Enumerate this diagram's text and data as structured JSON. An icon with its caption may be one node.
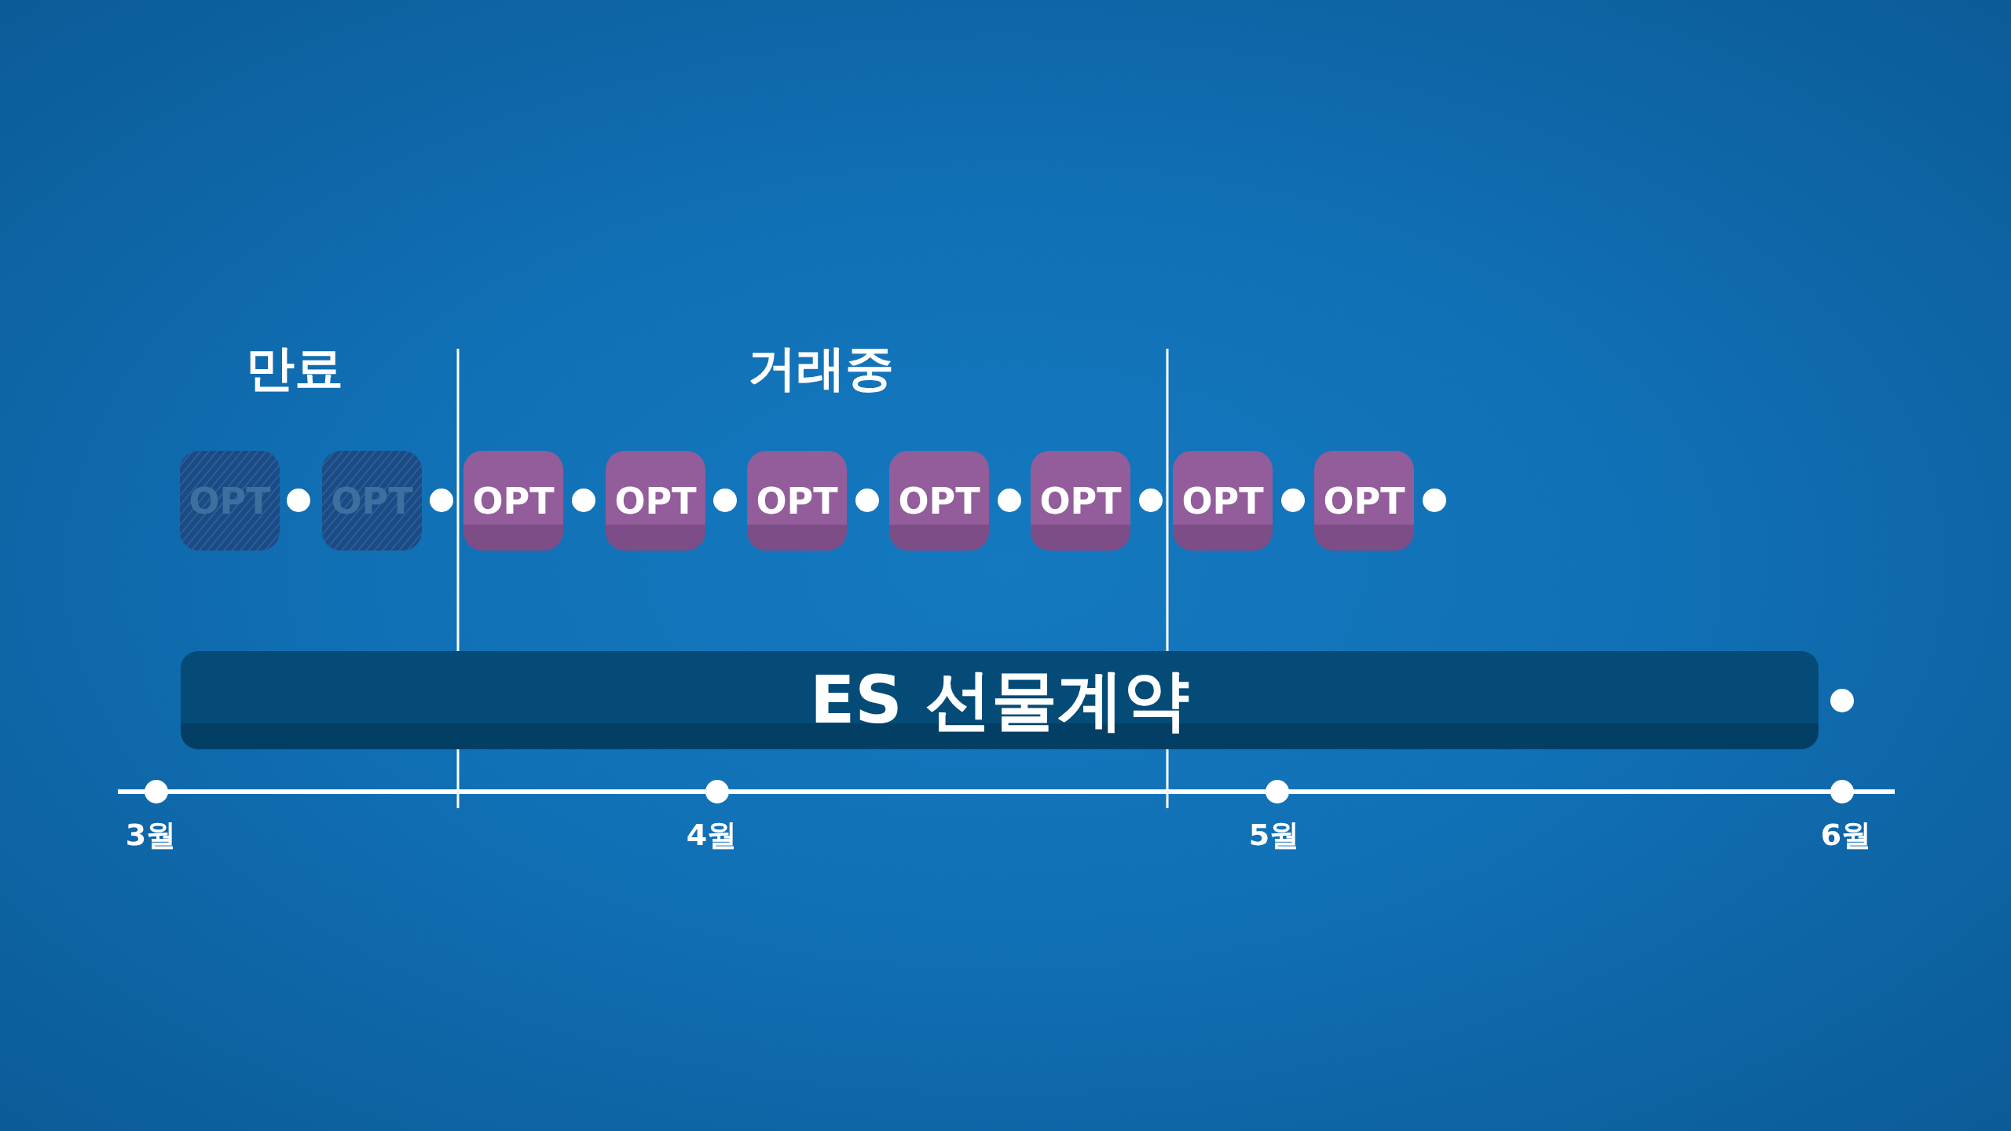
{
  "diagram": {
    "nodes": [
      {
        "text": [
          "OPT"
        ]
      },
      {
        "text": [
          "OPT"
        ]
      },
      {
        "text": [
          "OPT"
        ]
      },
      {
        "text": [
          "OPT"
        ]
      },
      {
        "text": [
          "OPT"
        ]
      },
      {
        "text": [
          "OPT"
        ]
      },
      {
        "text": [
          "OPT"
        ]
      },
      {
        "text": [
          "OPT"
        ]
      },
      {
        "text": [
          "OPT"
        ]
      },
      {
        "text": [
          "ES 선물계약"
        ]
      }
    ],
    "edges": [],
    "labels": [
      "만료",
      "거래중",
      "3월",
      "4월",
      "5월",
      "6월"
    ]
  }
}
